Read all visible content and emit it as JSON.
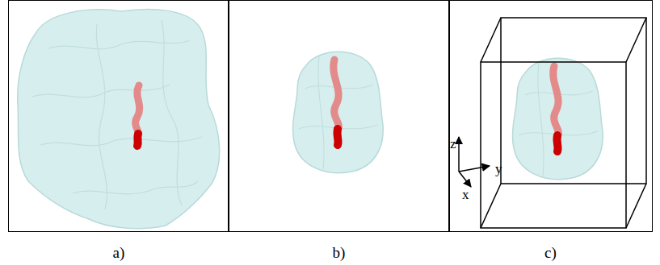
{
  "diagram": {
    "nodes": [
      {
        "text": [
          "a)"
        ]
      },
      {
        "text": [
          "b)"
        ]
      },
      {
        "text": [
          "c)"
        ]
      }
    ],
    "labels": [
      "z",
      "y",
      "x"
    ]
  }
}
